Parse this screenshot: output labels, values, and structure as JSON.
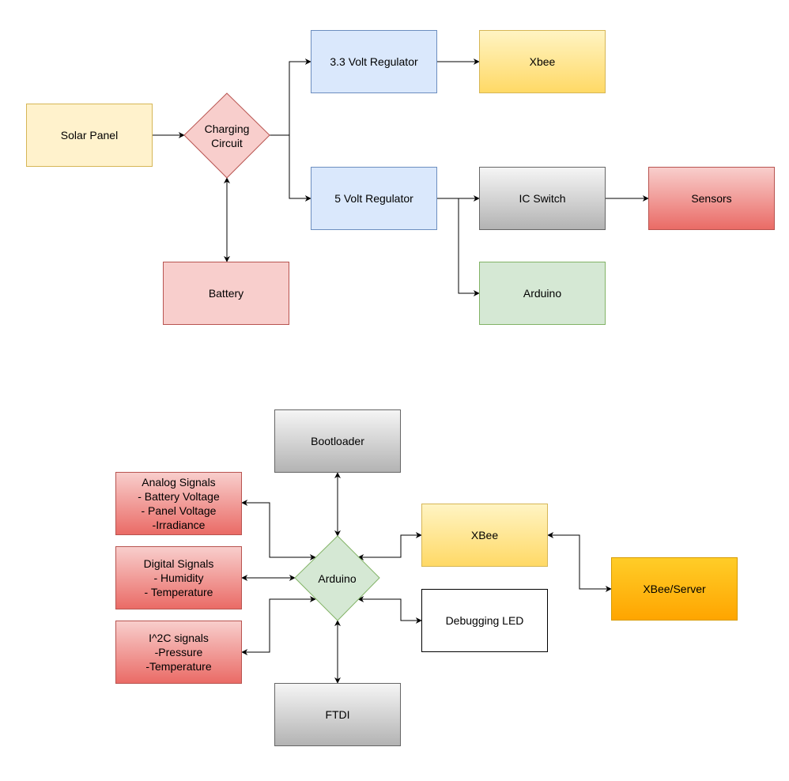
{
  "power_diagram": {
    "solar_panel": "Solar Panel",
    "charging_circuit": "Charging\nCircuit",
    "battery": "Battery",
    "regulator_3v3": "3.3 Volt Regulator",
    "regulator_5v": "5 Volt Regulator",
    "xbee": "Xbee",
    "ic_switch": "IC Switch",
    "sensors": "Sensors",
    "arduino": "Arduino"
  },
  "data_diagram": {
    "bootloader": "Bootloader",
    "arduino": "Arduino",
    "ftdi": "FTDI",
    "xbee": "XBee",
    "xbee_server": "XBee/Server",
    "debugging_led": "Debugging LED",
    "analog_signals": "Analog Signals\n- Battery Voltage\n- Panel Voltage\n-Irradiance",
    "digital_signals": "Digital Signals\n- Humidity\n- Temperature",
    "i2c_signals": "I^2C signals\n-Pressure\n-Temperature"
  },
  "colors": {
    "yellow_light": "#fff2cc",
    "yellow_border": "#d6b656",
    "red_light": "#f8cecc",
    "red_border": "#b85450",
    "blue_light": "#dae8fc",
    "blue_border": "#6c8ebf",
    "green_light": "#d5e8d4",
    "green_border": "#82b366",
    "gray_border": "#666666",
    "orange_border": "#d79b00"
  }
}
